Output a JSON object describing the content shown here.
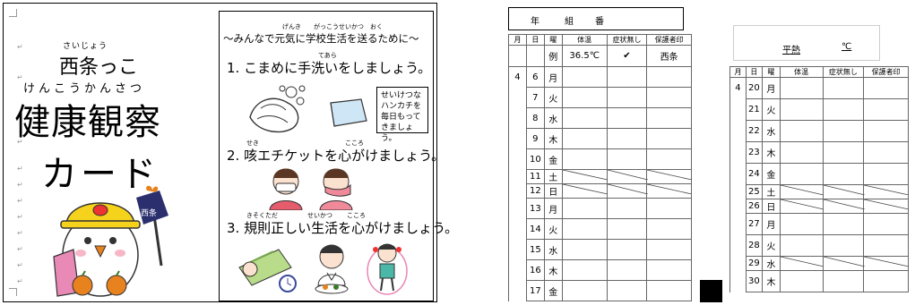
{
  "left_page": {
    "school_ruby": "さいじょう",
    "school_name": "西条っこ",
    "title_ruby": "けんこうかんさつ",
    "title_main": "健康観察",
    "title_sub": "カード",
    "mascot_flag": "西条",
    "para_mark": "↵"
  },
  "tips": {
    "header": "〜みんなで元気に学校生活を送るために〜",
    "header_ruby": "げんき　　がっこうせいかつ　おく",
    "tip1": "1. こまめに手洗いをしましょう。",
    "tip1_ruby": "てあら",
    "tip2": "2. 咳エチケットを心がけましょう。",
    "tip2_ruby_a": "せき",
    "tip2_ruby_b": "こころ",
    "tip3": "3. 規則正しい生活を心がけましょう。",
    "tip3_ruby_a": "きそくただ",
    "tip3_ruby_b": "せいかつ",
    "tip3_ruby_c": "こころ",
    "note_line1": "せいけつな",
    "note_line2": "ハンカチを",
    "note_line3": "毎日もって",
    "note_line4": "きましょう。"
  },
  "sheet1": {
    "head": {
      "year": "年",
      "class": "組",
      "number": "番"
    },
    "columns": [
      "月",
      "日",
      "曜",
      "体温",
      "症状無し",
      "保護者印"
    ],
    "example": {
      "label": "例",
      "temp": "36.5℃",
      "check": "✔",
      "seal": "西条"
    },
    "month": "4",
    "rows": [
      {
        "day": "6",
        "dow": "月",
        "weekend": false
      },
      {
        "day": "7",
        "dow": "火",
        "weekend": false
      },
      {
        "day": "8",
        "dow": "水",
        "weekend": false
      },
      {
        "day": "9",
        "dow": "木",
        "weekend": false
      },
      {
        "day": "10",
        "dow": "金",
        "weekend": false
      },
      {
        "day": "11",
        "dow": "土",
        "weekend": true
      },
      {
        "day": "12",
        "dow": "日",
        "weekend": true
      },
      {
        "day": "13",
        "dow": "月",
        "weekend": false
      },
      {
        "day": "14",
        "dow": "火",
        "weekend": false
      },
      {
        "day": "15",
        "dow": "水",
        "weekend": false
      },
      {
        "day": "16",
        "dow": "木",
        "weekend": false
      },
      {
        "day": "17",
        "dow": "金",
        "weekend": false
      }
    ]
  },
  "sheet2": {
    "avg_label": "平熱",
    "avg_unit": "℃",
    "columns": [
      "月",
      "日",
      "曜",
      "体温",
      "症状無し",
      "保護者印"
    ],
    "month": "4",
    "rows": [
      {
        "day": "20",
        "dow": "月",
        "weekend": false
      },
      {
        "day": "21",
        "dow": "火",
        "weekend": false
      },
      {
        "day": "22",
        "dow": "水",
        "weekend": false
      },
      {
        "day": "23",
        "dow": "木",
        "weekend": false
      },
      {
        "day": "24",
        "dow": "金",
        "weekend": false
      },
      {
        "day": "25",
        "dow": "土",
        "weekend": true
      },
      {
        "day": "26",
        "dow": "日",
        "weekend": true
      },
      {
        "day": "27",
        "dow": "月",
        "weekend": false
      },
      {
        "day": "28",
        "dow": "火",
        "weekend": false
      },
      {
        "day": "29",
        "dow": "水",
        "weekend": true
      },
      {
        "day": "30",
        "dow": "木",
        "weekend": false
      }
    ]
  },
  "colors": {
    "mascot_yellow": "#f5d21c",
    "flag_navy": "#2b2f6e",
    "orange": "#e7821f",
    "pink": "#e989b6"
  }
}
